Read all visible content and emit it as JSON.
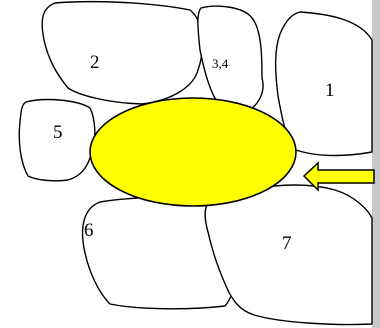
{
  "labels": {
    "r1": "1",
    "r2": "2",
    "r34": "3,4",
    "r5": "5",
    "r6": "6",
    "r7": "7"
  },
  "colors": {
    "ellipse_fill": "#ffff00",
    "arrow_fill": "#ffff00",
    "side_strip": "#c8c8c8",
    "outline": "#000000"
  }
}
